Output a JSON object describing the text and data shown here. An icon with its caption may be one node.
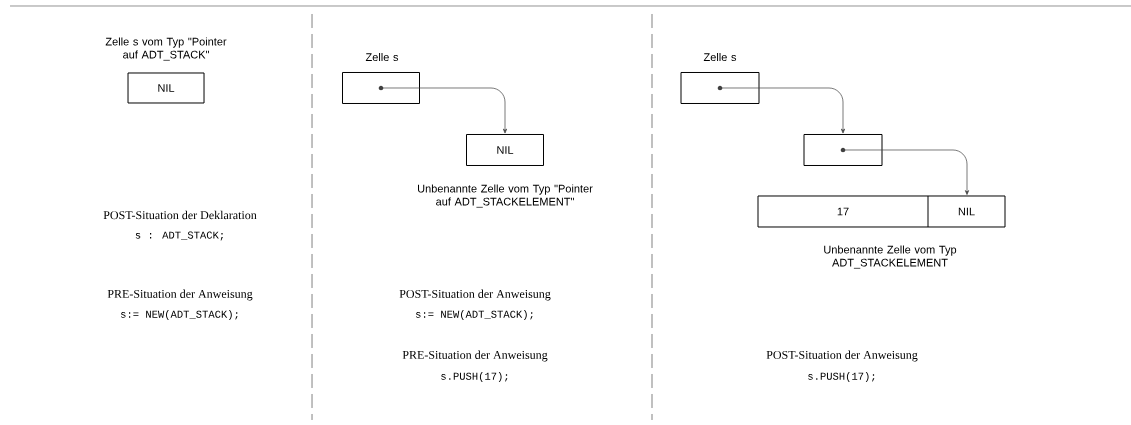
{
  "diagram": {
    "nodes": [
      {
        "text": [
          "Zelle s vom Typ \"Pointer auf ADT_STACK\"",
          "NIL"
        ]
      },
      {
        "text": [
          "Zelle s"
        ]
      },
      {
        "text": [
          "NIL"
        ],
        "beside": [
          "Unbenannte Zelle vom Typ \"Pointer auf ADT_STACKELEMENT\""
        ]
      },
      {
        "text": [
          "Zelle s"
        ]
      },
      {
        "text": [],
        "shape": "box"
      },
      {
        "text": [
          "17",
          "NIL"
        ],
        "beside": [
          "Unbenannte Zelle vom Typ ADT_STACKELEMENT"
        ]
      }
    ],
    "edges": [
      {
        "from": 1,
        "to": 2,
        "arrow": "to"
      },
      {
        "from": 3,
        "to": 4,
        "arrow": "to"
      },
      {
        "from": 4,
        "to": 5,
        "arrow": "to"
      }
    ],
    "labels": [
      "POST-Situation der Deklaration",
      "s : ADT_STACK;",
      "PRE-Situation der Anweisung",
      "s:= NEW(ADT_STACK);",
      "POST-Situation der Anweisung",
      "s:= NEW(ADT_STACK);",
      "PRE-Situation der Anweisung",
      "s.PUSH(17);",
      "POST-Situation der Anweisung",
      "s.PUSH(17);"
    ]
  }
}
